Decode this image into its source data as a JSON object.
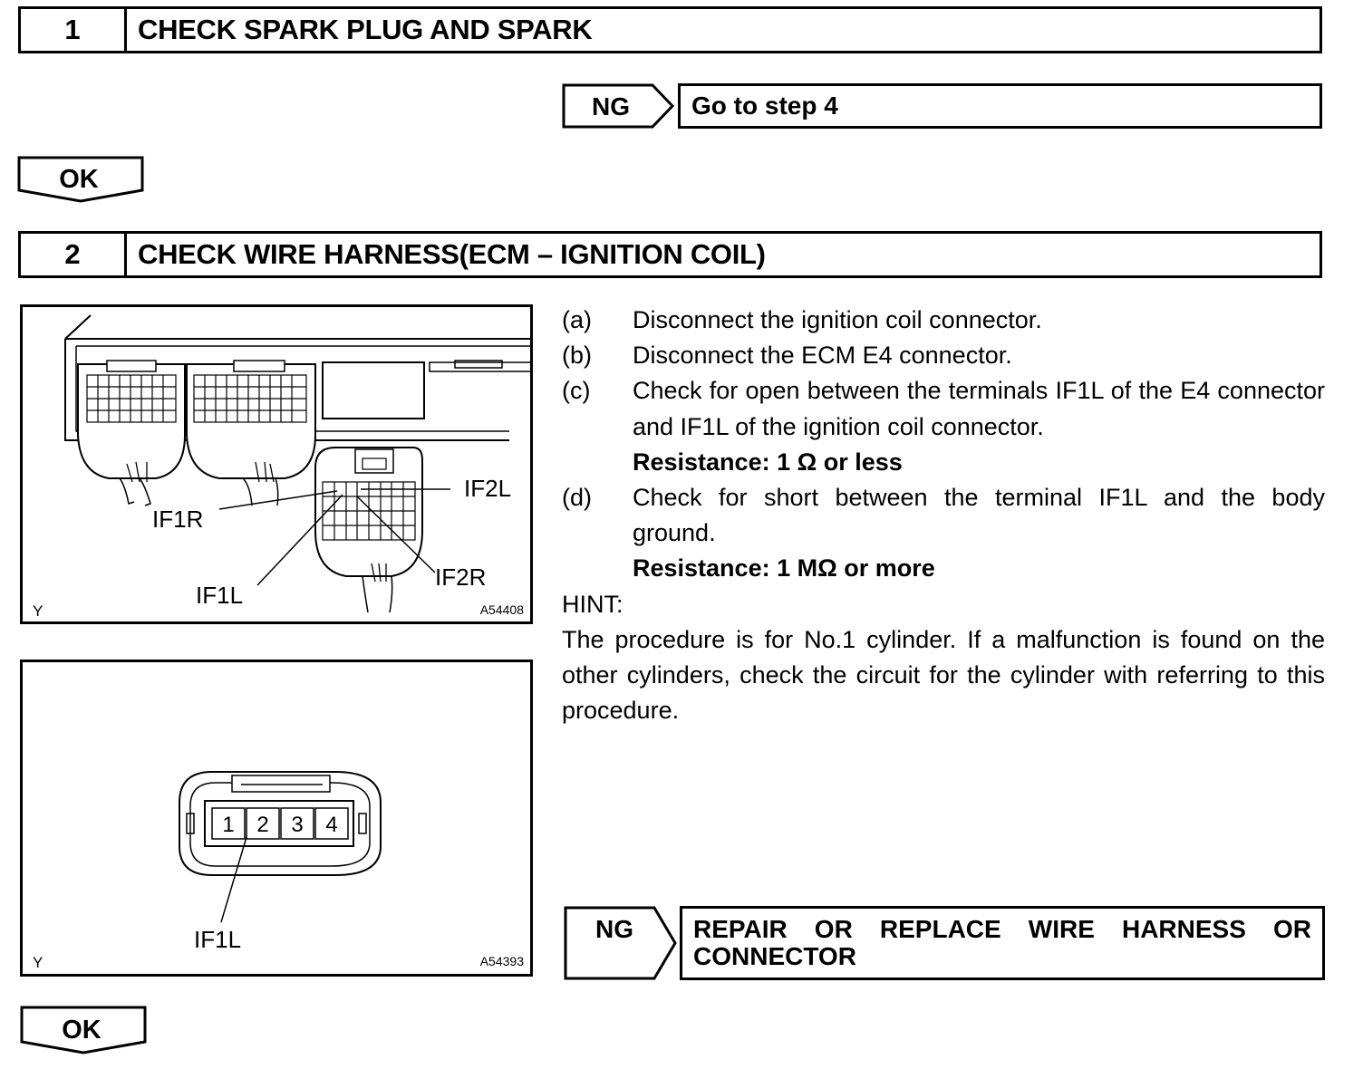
{
  "step1": {
    "number": "1",
    "title": "CHECK SPARK PLUG AND SPARK",
    "ng_label": "NG",
    "ng_result": "Go to step 4",
    "ok_label": "OK"
  },
  "step2": {
    "number": "2",
    "title": "CHECK WIRE HARNESS(ECM – IGNITION COIL)",
    "instructions": [
      {
        "label": "(a)",
        "text": "Disconnect the ignition coil connector."
      },
      {
        "label": "(b)",
        "text": "Disconnect the ECM E4 connector."
      },
      {
        "label": "(c)",
        "text": "Check for open between the terminals IF1L of the E4 connector and IF1L of the ignition coil connector."
      },
      {
        "label": "(d)",
        "text": "Check for short between the terminal IF1L and the body ground."
      }
    ],
    "spec_c": "Resistance: 1 Ω or less",
    "spec_d": "Resistance: 1 MΩ or more",
    "hint_label": "HINT:",
    "hint_text": "The procedure is for No.1 cylinder. If a malfunction is found on the other cylinders, check the circuit for the cylinder with referring to this procedure.",
    "ng_label": "NG",
    "ng_result": "REPAIR OR REPLACE WIRE HARNESS OR CONNECTOR",
    "ok_label": "OK"
  },
  "figure1": {
    "labels": {
      "if1r": "IF1R",
      "if2l": "IF2L",
      "if1l": "IF1L",
      "if2r": "IF2R"
    },
    "corner": "Y",
    "code": "A54408"
  },
  "figure2": {
    "pins": [
      "1",
      "2",
      "3",
      "4"
    ],
    "label": "IF1L",
    "corner": "Y",
    "code": "A54393"
  }
}
